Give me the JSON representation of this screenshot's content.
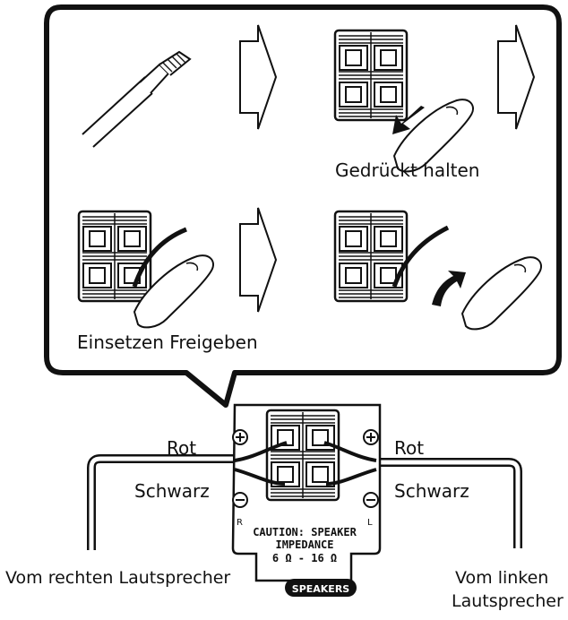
{
  "callout": {
    "step_hold": "Gedrückt halten",
    "step_insert_release": "Einsetzen Freigeben"
  },
  "panel": {
    "left_red": "Rot",
    "left_black": "Schwarz",
    "right_red": "Rot",
    "right_black": "Schwarz",
    "channel_right": "R",
    "channel_left": "L",
    "caution_line1": "CAUTION: SPEAKER",
    "caution_line2": "IMPEDANCE",
    "caution_line3": "6 Ω - 16 Ω",
    "badge": "SPEAKERS"
  },
  "cables": {
    "from_right_speaker": "Vom rechten Lautsprecher",
    "from_left_speaker_line1": "Vom linken",
    "from_left_speaker_line2": "Lautsprecher"
  }
}
